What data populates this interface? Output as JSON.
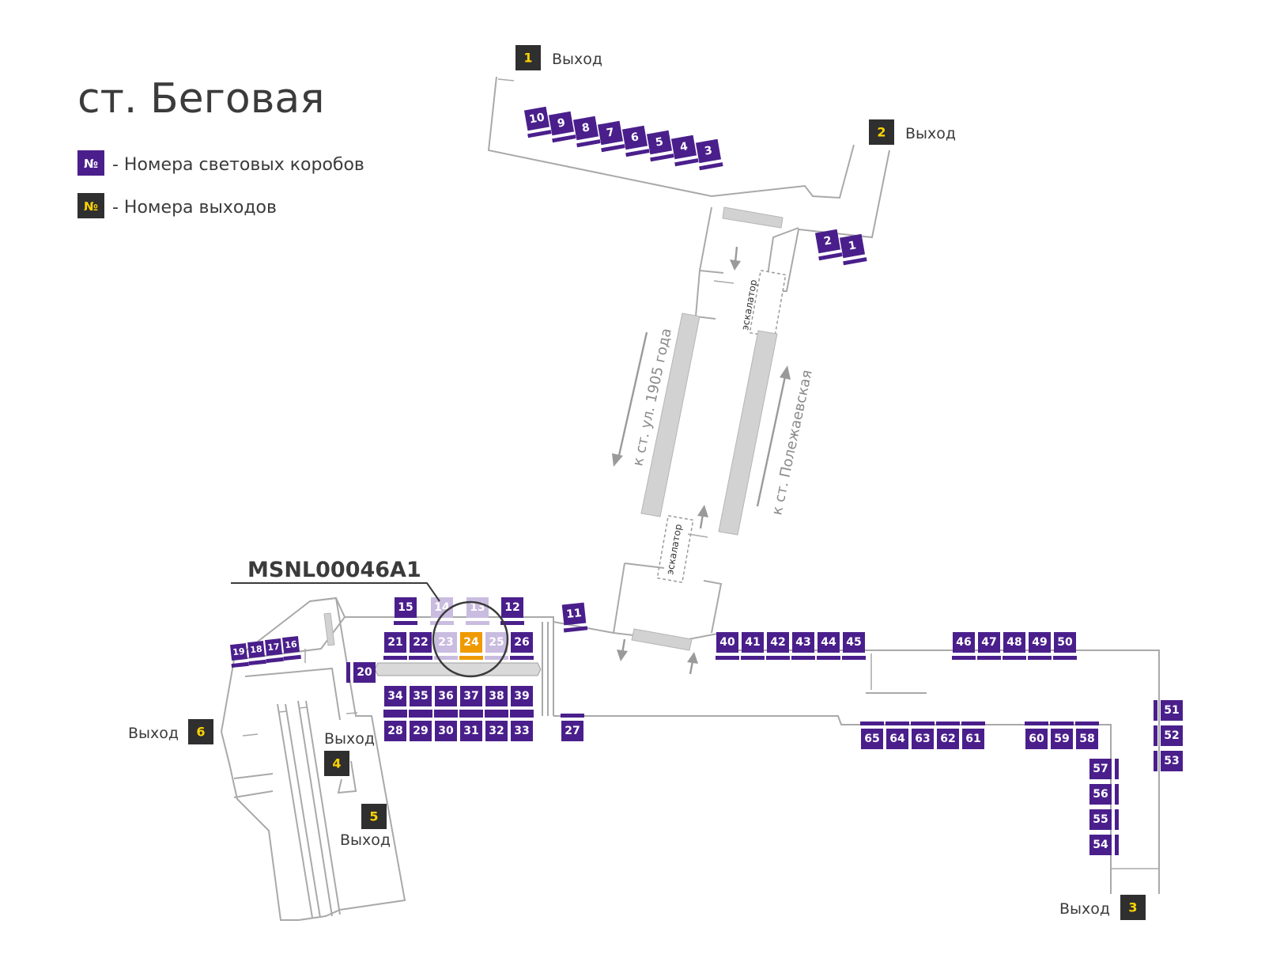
{
  "title": "ст. Беговая",
  "legend": {
    "box_symbol": "№",
    "box_text": "- Номера световых коробов",
    "exit_symbol": "№",
    "exit_text": "- Номера выходов"
  },
  "colors": {
    "box": "#4a1f8c",
    "box_faded": "#c9bce0",
    "highlight": "#ef9a00",
    "exit_bg": "#2f2f2f",
    "exit_number": "#ffd400"
  },
  "callout": "MSNL00046A1",
  "highlighted_box": "24",
  "faded_boxes": [
    "13",
    "14",
    "23",
    "25"
  ],
  "directions": {
    "left": "к ст. ул. 1905 года",
    "right": "к ст. Полежаевская",
    "escalator": "эскалатор"
  },
  "exit_word": "Выход",
  "exits": [
    "1",
    "2",
    "3",
    "4",
    "5",
    "6"
  ],
  "boxes": [
    "1",
    "2",
    "3",
    "4",
    "5",
    "6",
    "7",
    "8",
    "9",
    "10",
    "11",
    "12",
    "13",
    "14",
    "15",
    "16",
    "17",
    "18",
    "19",
    "20",
    "21",
    "22",
    "23",
    "24",
    "25",
    "26",
    "27",
    "28",
    "29",
    "30",
    "31",
    "32",
    "33",
    "34",
    "35",
    "36",
    "37",
    "38",
    "39",
    "40",
    "41",
    "42",
    "43",
    "44",
    "45",
    "46",
    "47",
    "48",
    "49",
    "50",
    "51",
    "52",
    "53",
    "54",
    "55",
    "56",
    "57",
    "58",
    "59",
    "60",
    "61",
    "62",
    "63",
    "64",
    "65"
  ]
}
